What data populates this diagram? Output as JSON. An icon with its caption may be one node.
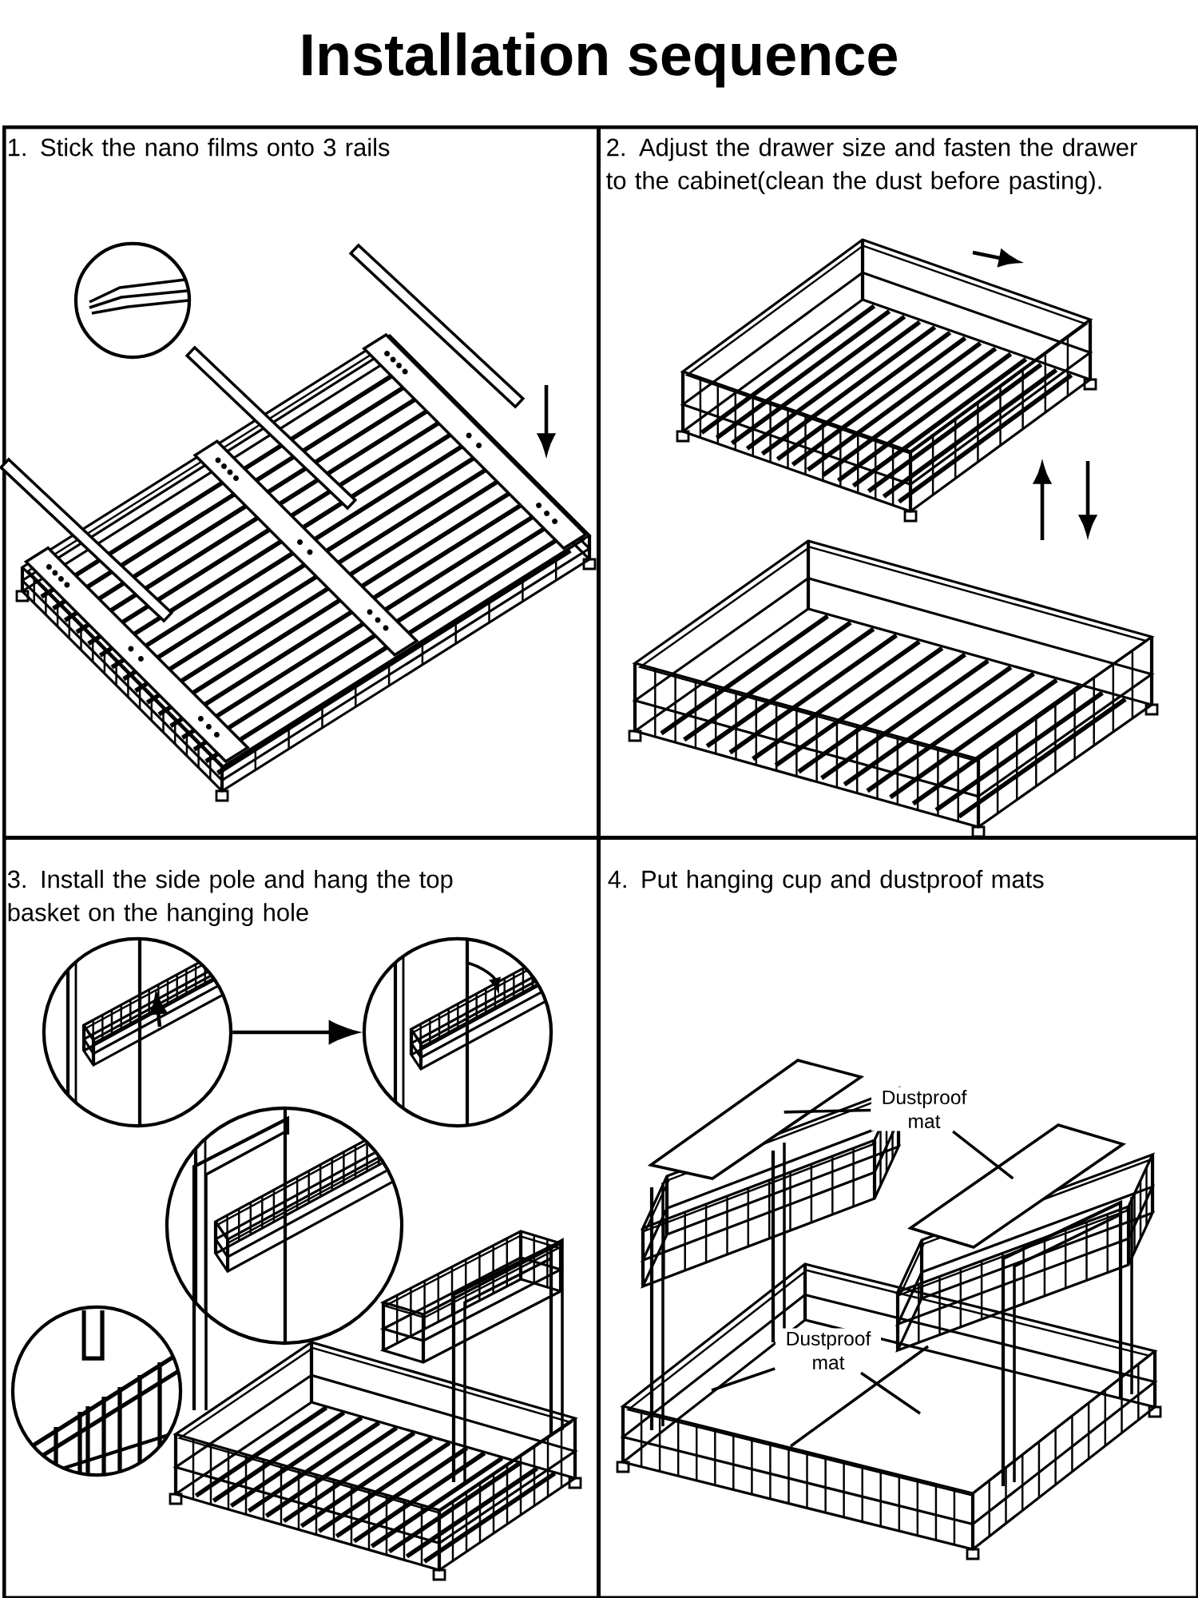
{
  "diagram": {
    "title": "Installation sequence",
    "nodes": [
      {
        "text": [
          "1. Stick the nano films onto 3 rails"
        ]
      },
      {
        "text": [
          "2. Adjust the drawer size and fasten the drawer to the cabinet(clean the dust before pasting)."
        ]
      },
      {
        "text": [
          "3. Install the side pole and hang the top basket on the hanging hole"
        ]
      },
      {
        "text": [
          "4. Put hanging cup and dustproof mats"
        ]
      },
      {
        "text": [],
        "shape": "circle",
        "in": 2
      },
      {
        "text": [],
        "shape": "circle",
        "in": 2
      },
      {
        "text": [
          "Dustproof mat"
        ],
        "in": 3
      },
      {
        "text": [],
        "shape": "box",
        "in": 3
      },
      {
        "text": [],
        "shape": "box",
        "in": 3
      },
      {
        "text": [
          "Dustproof mat"
        ],
        "in": 3
      }
    ],
    "edges": [
      {
        "from": 4,
        "to": 5,
        "arrow": "to"
      },
      {
        "from": 6,
        "to": 7,
        "arrow": "none"
      },
      {
        "from": 6,
        "to": 8,
        "arrow": "none"
      },
      {
        "from": 9,
        "to": null,
        "arrow": "none"
      },
      {
        "from": 9,
        "to": null,
        "arrow": "none"
      }
    ]
  }
}
